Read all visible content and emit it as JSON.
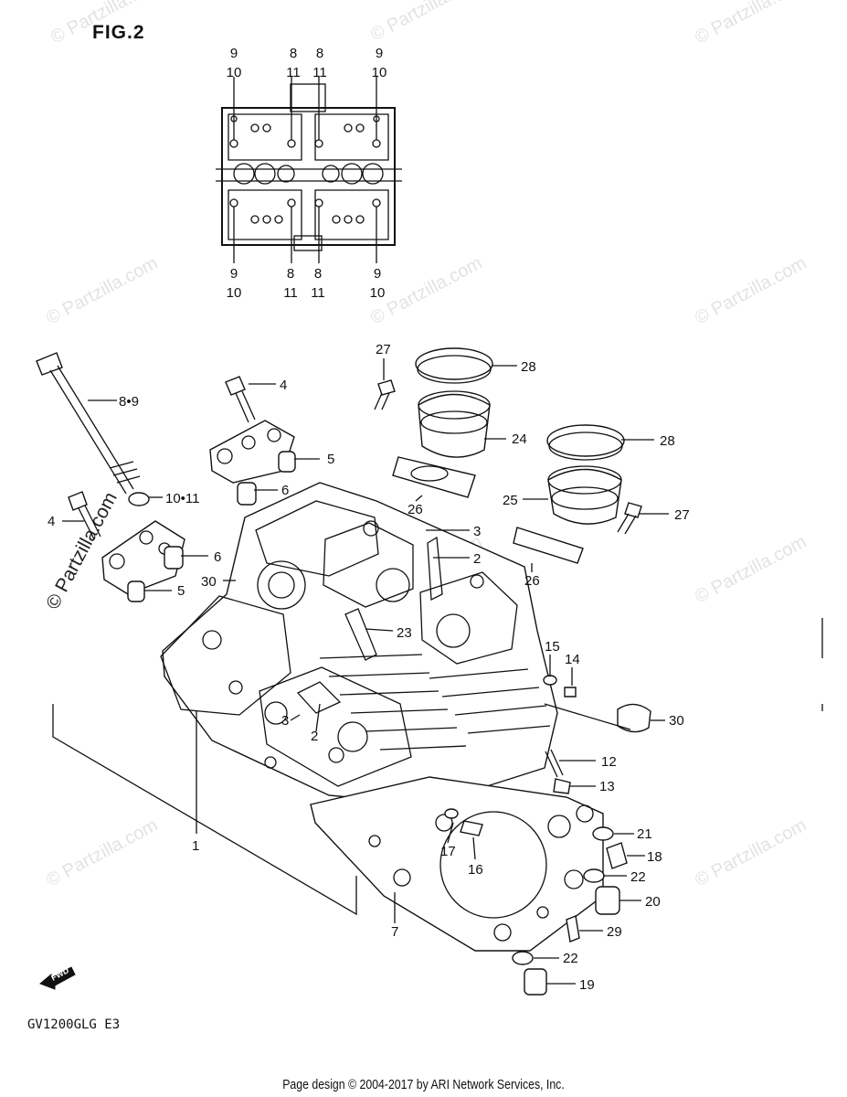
{
  "figure": {
    "title": "FIG.2",
    "model": "GV1200GLG  E3"
  },
  "footer": {
    "text": "Page design © 2004-2017 by ARI Network Services, Inc."
  },
  "watermark": {
    "text": "© Partzilla.com",
    "color": "#e3e3e3"
  },
  "fwd_label": "FWD",
  "top_view_labels": {
    "top": [
      "9",
      "10",
      "8",
      "11",
      "8",
      "11",
      "9",
      "10"
    ],
    "bottom": [
      "9",
      "10",
      "8",
      "11",
      "8",
      "11",
      "9",
      "10"
    ]
  },
  "callouts": [
    {
      "id": "c-8-9",
      "text": "8•9"
    },
    {
      "id": "c-4a",
      "text": "4"
    },
    {
      "id": "c-5a",
      "text": "5"
    },
    {
      "id": "c-6a",
      "text": "6"
    },
    {
      "id": "c-10-11",
      "text": "10•11"
    },
    {
      "id": "c-4b",
      "text": "4"
    },
    {
      "id": "c-6b",
      "text": "6"
    },
    {
      "id": "c-5b",
      "text": "5"
    },
    {
      "id": "c-30a",
      "text": "30"
    },
    {
      "id": "c-27a",
      "text": "27"
    },
    {
      "id": "c-28a",
      "text": "28"
    },
    {
      "id": "c-24",
      "text": "24"
    },
    {
      "id": "c-28b",
      "text": "28"
    },
    {
      "id": "c-26a",
      "text": "26"
    },
    {
      "id": "c-25",
      "text": "25"
    },
    {
      "id": "c-27b",
      "text": "27"
    },
    {
      "id": "c-3a",
      "text": "3"
    },
    {
      "id": "c-2a",
      "text": "2"
    },
    {
      "id": "c-26b",
      "text": "26"
    },
    {
      "id": "c-23",
      "text": "23"
    },
    {
      "id": "c-15",
      "text": "15"
    },
    {
      "id": "c-14",
      "text": "14"
    },
    {
      "id": "c-3b",
      "text": "3"
    },
    {
      "id": "c-2b",
      "text": "2"
    },
    {
      "id": "c-30b",
      "text": "30"
    },
    {
      "id": "c-12",
      "text": "12"
    },
    {
      "id": "c-13",
      "text": "13"
    },
    {
      "id": "c-1",
      "text": "1"
    },
    {
      "id": "c-17",
      "text": "17"
    },
    {
      "id": "c-16",
      "text": "16"
    },
    {
      "id": "c-21",
      "text": "21"
    },
    {
      "id": "c-18",
      "text": "18"
    },
    {
      "id": "c-22a",
      "text": "22"
    },
    {
      "id": "c-20",
      "text": "20"
    },
    {
      "id": "c-7",
      "text": "7"
    },
    {
      "id": "c-29",
      "text": "29"
    },
    {
      "id": "c-22b",
      "text": "22"
    },
    {
      "id": "c-19",
      "text": "19"
    }
  ]
}
